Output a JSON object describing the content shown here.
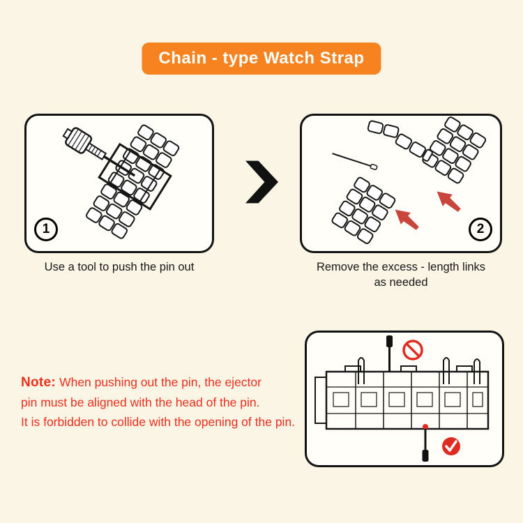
{
  "banner": {
    "title": "Chain - type Watch Strap"
  },
  "steps": [
    {
      "number": "1",
      "caption": "Use a tool to push the pin out"
    },
    {
      "number": "2",
      "caption_line1": "Remove the excess - length links",
      "caption_line2": "as needed"
    }
  ],
  "note": {
    "label": "Note:",
    "lines": [
      "When pushing out the pin, the ejector",
      "pin must be aligned with the head of the pin.",
      "It is forbidden to collide with the opening of the pin."
    ]
  },
  "icons": {
    "chevron": "next-step-chevron",
    "prohibition": "no-symbol",
    "check": "checkmark"
  },
  "colors": {
    "page_bg": "#FBF5E6",
    "banner_bg": "#F6831F",
    "banner_text": "#FFFFFF",
    "panel_bg": "#FFFEF9",
    "note_red": "#EE2D1A",
    "arrow_red": "#C8463C",
    "alert_red": "#E02B20",
    "ink": "#161616"
  }
}
